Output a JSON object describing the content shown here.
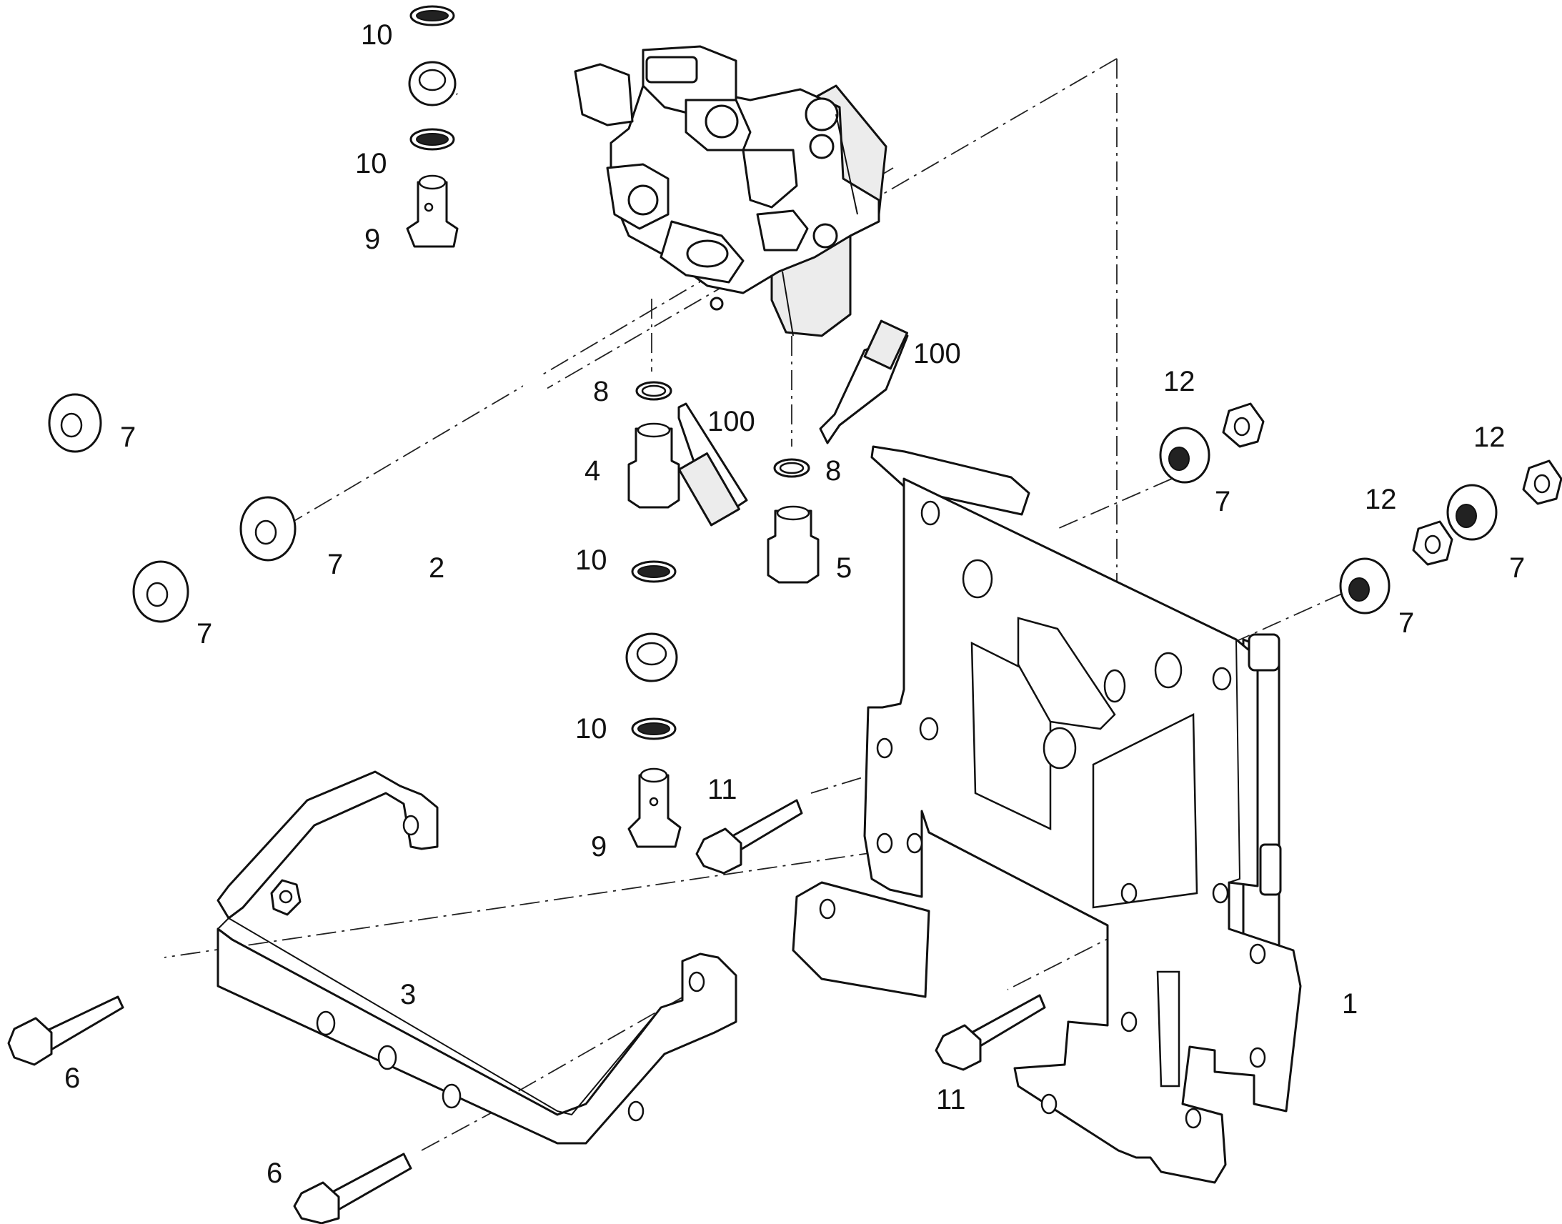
{
  "diagram": {
    "callouts": [
      {
        "id": "c1",
        "text": "10"
      },
      {
        "id": "c2",
        "text": "10"
      },
      {
        "id": "c3",
        "text": "9"
      },
      {
        "id": "c4",
        "text": "7"
      },
      {
        "id": "c5",
        "text": "7"
      },
      {
        "id": "c6",
        "text": "7"
      },
      {
        "id": "c7",
        "text": "2"
      },
      {
        "id": "c8",
        "text": "8"
      },
      {
        "id": "c9",
        "text": "100"
      },
      {
        "id": "c10",
        "text": "4"
      },
      {
        "id": "c11",
        "text": "100"
      },
      {
        "id": "c12",
        "text": "8"
      },
      {
        "id": "c13",
        "text": "5"
      },
      {
        "id": "c14",
        "text": "10"
      },
      {
        "id": "c15",
        "text": "10"
      },
      {
        "id": "c16",
        "text": "11"
      },
      {
        "id": "c17",
        "text": "9"
      },
      {
        "id": "c18",
        "text": "12"
      },
      {
        "id": "c19",
        "text": "7"
      },
      {
        "id": "c20",
        "text": "12"
      },
      {
        "id": "c21",
        "text": "12"
      },
      {
        "id": "c22",
        "text": "7"
      },
      {
        "id": "c23",
        "text": "7"
      },
      {
        "id": "c24",
        "text": "3"
      },
      {
        "id": "c25",
        "text": "6"
      },
      {
        "id": "c26",
        "text": "6"
      },
      {
        "id": "c27",
        "text": "11"
      },
      {
        "id": "c28",
        "text": "1"
      }
    ]
  }
}
